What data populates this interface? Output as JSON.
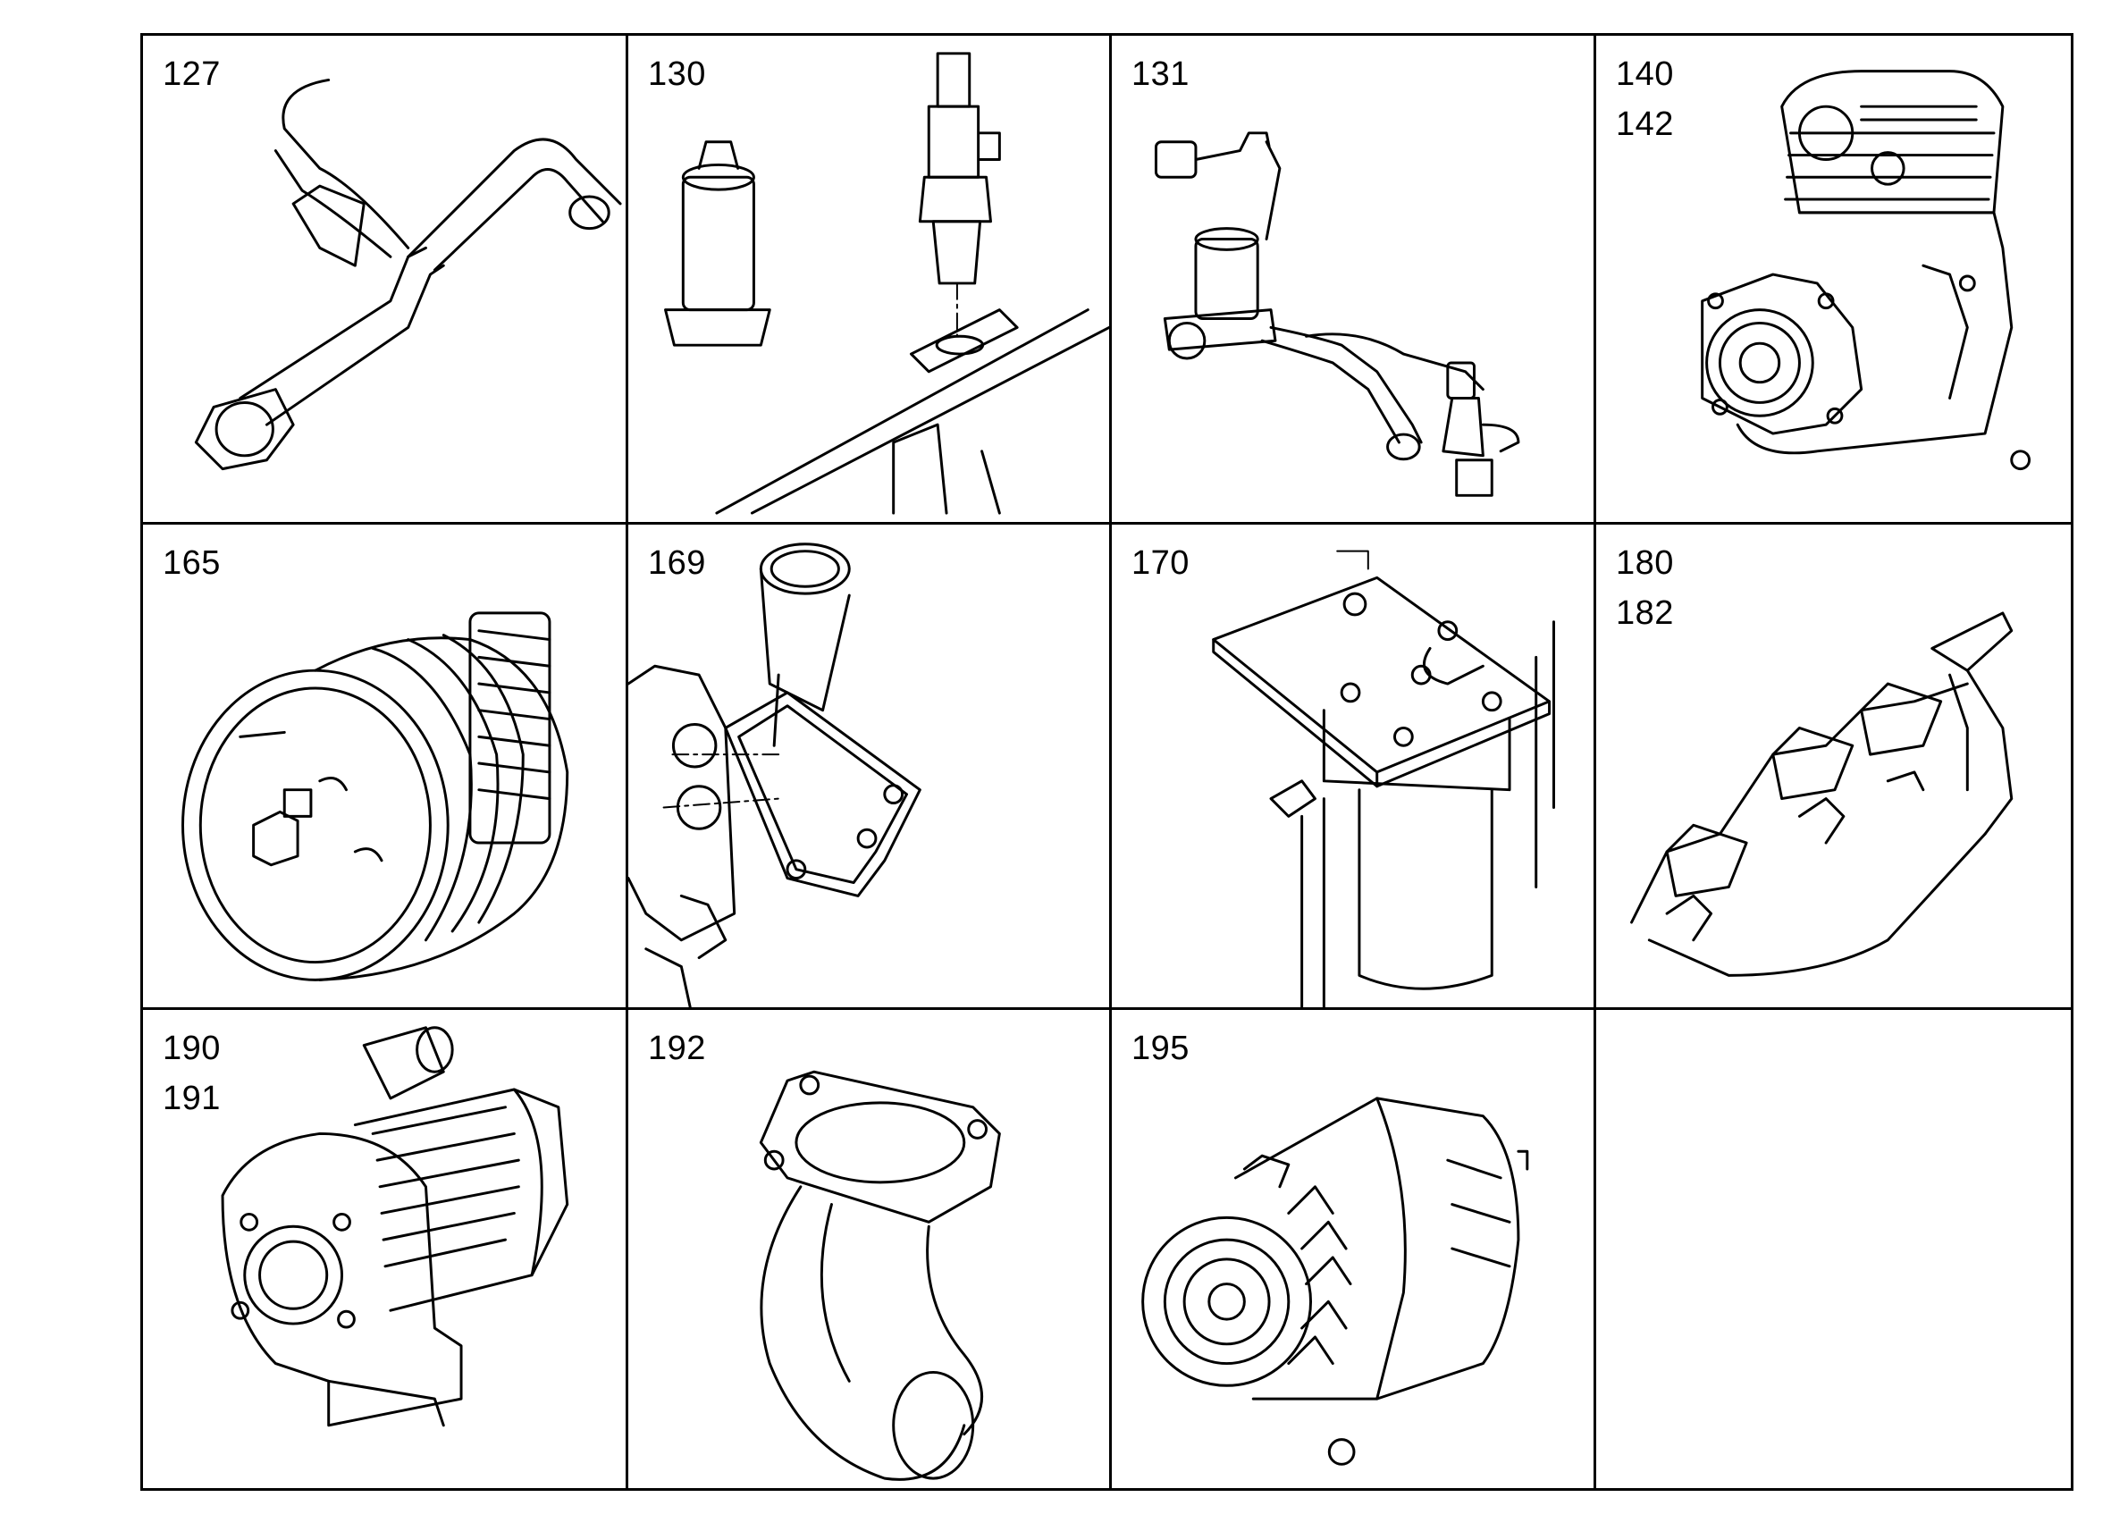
{
  "cells": [
    {
      "id": "c127",
      "numbers": [
        "127"
      ]
    },
    {
      "id": "c130",
      "numbers": [
        "130"
      ]
    },
    {
      "id": "c131",
      "numbers": [
        "131"
      ]
    },
    {
      "id": "c140",
      "numbers": [
        "140",
        "142"
      ]
    },
    {
      "id": "c165",
      "numbers": [
        "165"
      ]
    },
    {
      "id": "c169",
      "numbers": [
        "169"
      ]
    },
    {
      "id": "c170",
      "numbers": [
        "170"
      ]
    },
    {
      "id": "c180",
      "numbers": [
        "180",
        "182"
      ]
    },
    {
      "id": "c190",
      "numbers": [
        "190",
        "191"
      ]
    },
    {
      "id": "c192",
      "numbers": [
        "192"
      ]
    },
    {
      "id": "c195",
      "numbers": [
        "195"
      ]
    },
    {
      "id": "empty",
      "numbers": []
    }
  ],
  "parts": {
    "c127": "pipe",
    "c130": "sensor-and-injector",
    "c131": "injection-lines",
    "c140": "air-compressor",
    "c165": "fan-clutch",
    "c169": "water-outlet-housing",
    "c170": "filter-bracket",
    "c180": "exhaust-manifold",
    "c190": "turbocharger",
    "c192": "elbow-pipe",
    "c195": "alternator"
  }
}
